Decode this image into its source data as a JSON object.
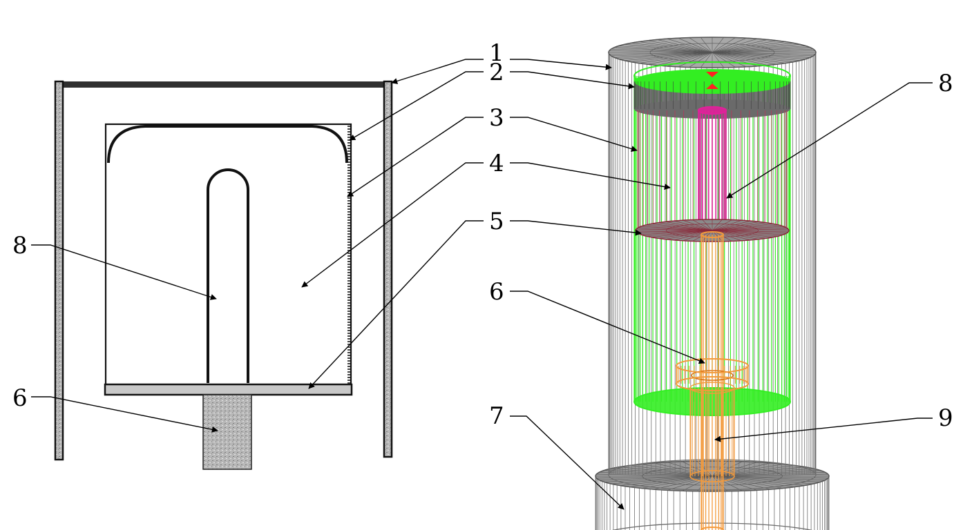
{
  "labels": {
    "left_8": "8",
    "left_6": "6",
    "r1": "1",
    "r2": "2",
    "r3": "3",
    "r4": "4",
    "r5": "5",
    "r6": "6",
    "r7": "7",
    "r8": "8",
    "r9": "9"
  },
  "colors": {
    "wire_gray": "#6e6e6e",
    "wire_dark": "#555555",
    "green": "#33ee22",
    "orange": "#f39a3c",
    "magenta": "#e0219a",
    "ink": "#000000"
  }
}
